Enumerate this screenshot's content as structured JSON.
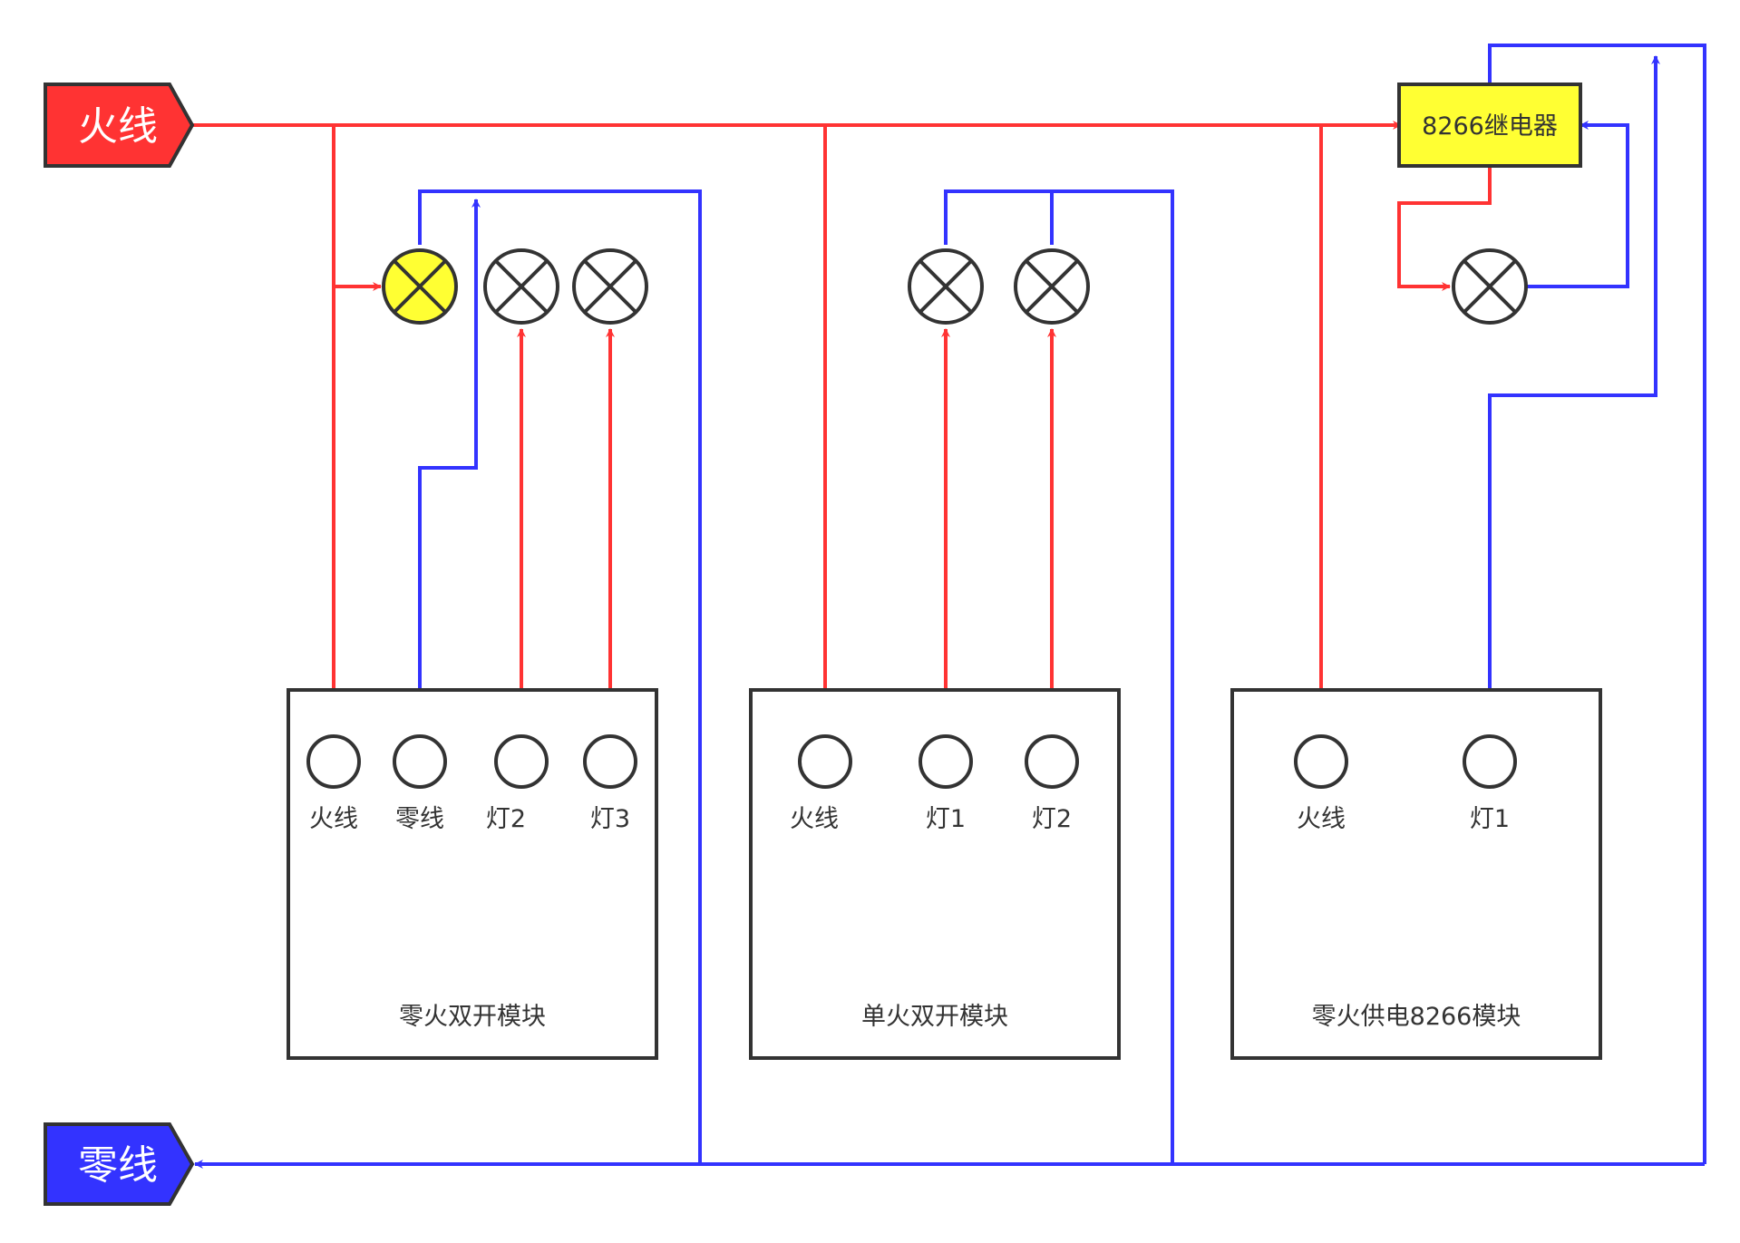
{
  "buses": {
    "live": {
      "label": "火线",
      "color": "#ff3333"
    },
    "neutral": {
      "label": "零线",
      "color": "#3333ff"
    }
  },
  "relay": {
    "label": "8266继电器",
    "color": "#ffff33"
  },
  "modules": [
    {
      "title": "零火双开模块",
      "terminals": [
        "火线",
        "零线",
        "灯2",
        "灯3"
      ]
    },
    {
      "title": "单火双开模块",
      "terminals": [
        "火线",
        "灯1",
        "灯2"
      ]
    },
    {
      "title": "零火供电8266模块",
      "terminals": [
        "火线",
        "灯1"
      ]
    }
  ],
  "lamps": [
    {
      "module": 0,
      "lit": true,
      "lit_color": "#ffff33"
    },
    {
      "module": 0,
      "lit": false
    },
    {
      "module": 0,
      "lit": false
    },
    {
      "module": 1,
      "lit": false
    },
    {
      "module": 1,
      "lit": false
    },
    {
      "module": "relay",
      "lit": false
    }
  ],
  "colors": {
    "wire_live": "#ff3333",
    "wire_neutral": "#3333ff",
    "outline": "#333333"
  }
}
